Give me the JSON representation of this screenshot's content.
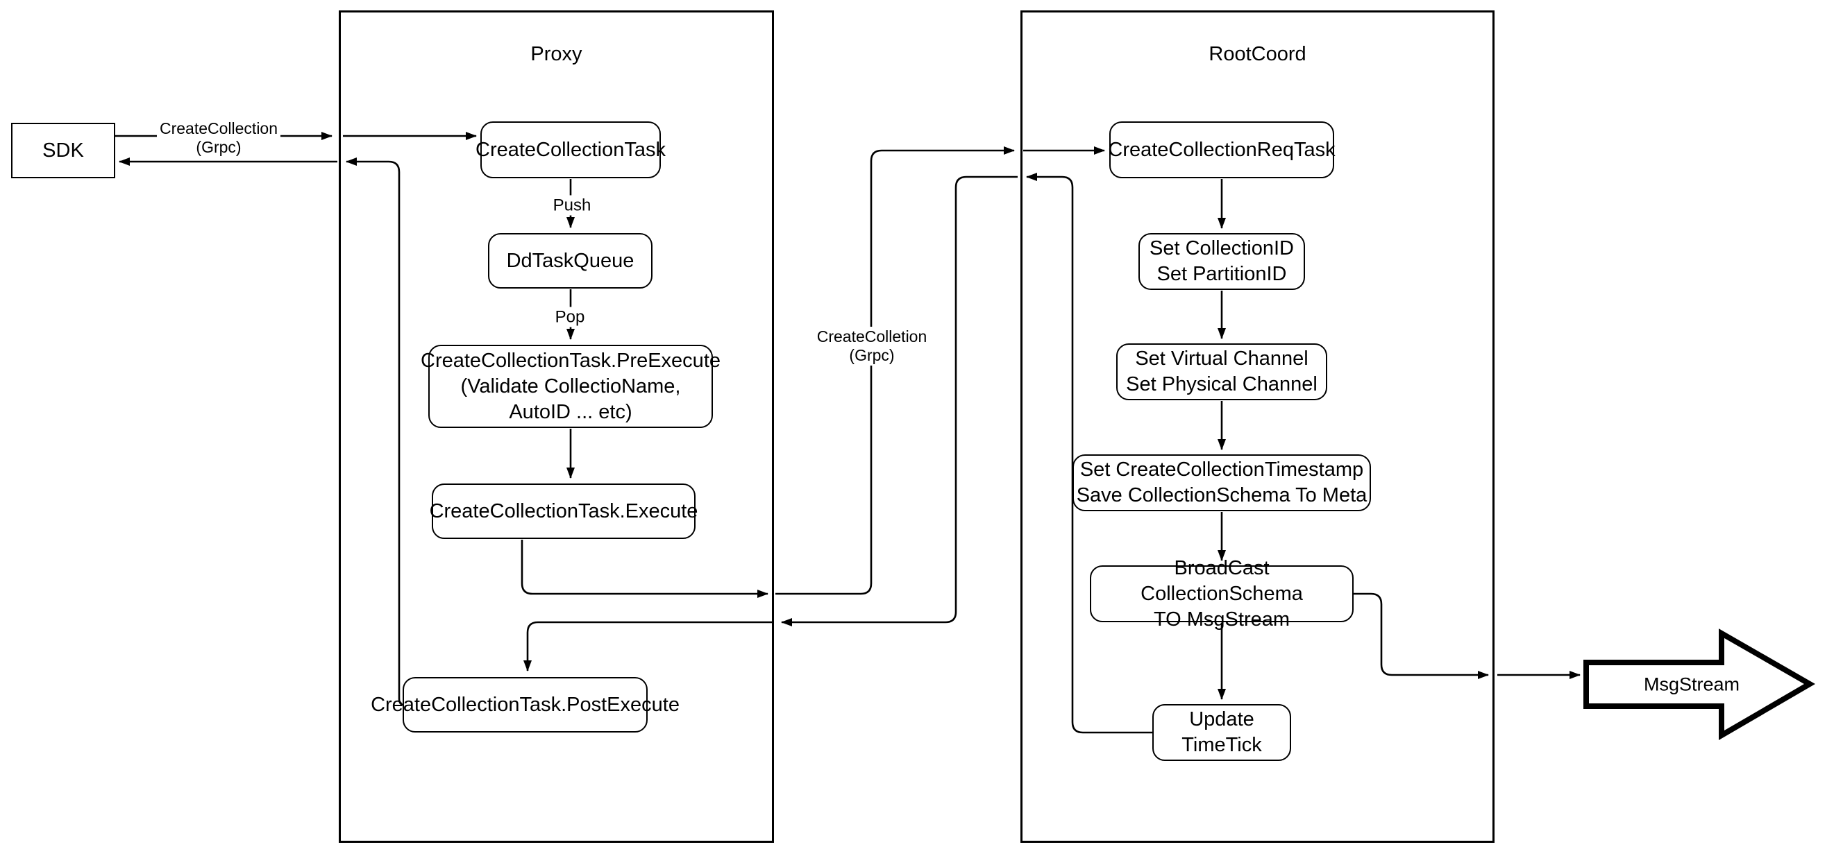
{
  "diagram": {
    "colors": {
      "stroke": "#000000",
      "background": "#ffffff"
    },
    "sdk": {
      "label": "SDK"
    },
    "proxy": {
      "title": "Proxy",
      "nodes": {
        "create_collection_task": {
          "label": "CreateCollectionTask"
        },
        "dd_task_queue": {
          "label": "DdTaskQueue"
        },
        "pre_execute": {
          "line1": "CreateCollectionTask.PreExecute",
          "line2": "(Validate CollectioName, AutoID ... etc)"
        },
        "execute": {
          "label": "CreateCollectionTask.Execute"
        },
        "post_execute": {
          "label": "CreateCollectionTask.PostExecute"
        }
      }
    },
    "rootcoord": {
      "title": "RootCoord",
      "nodes": {
        "create_collection_req_task": {
          "label": "CreateCollectionReqTask"
        },
        "set_ids": {
          "line1": "Set CollectionID",
          "line2": "Set PartitionID"
        },
        "set_channels": {
          "line1": "Set Virtual Channel",
          "line2": "Set Physical Channel"
        },
        "set_timestamp": {
          "line1": "Set CreateCollectionTimestamp",
          "line2": "Save CollectionSchema To Meta"
        },
        "broadcast": {
          "line1": "BroadCast CollectionSchema",
          "line2": "TO MsgStream"
        },
        "update_timetick": {
          "label": "Update TimeTick"
        }
      }
    },
    "msgstream": {
      "label": "MsgStream"
    },
    "edge_labels": {
      "sdk_grpc": {
        "line1": "CreateCollection",
        "line2": "(Grpc)"
      },
      "push": "Push",
      "pop": "Pop",
      "proxy_grpc": {
        "line1": "CreateColletion",
        "line2": "(Grpc)"
      }
    }
  }
}
